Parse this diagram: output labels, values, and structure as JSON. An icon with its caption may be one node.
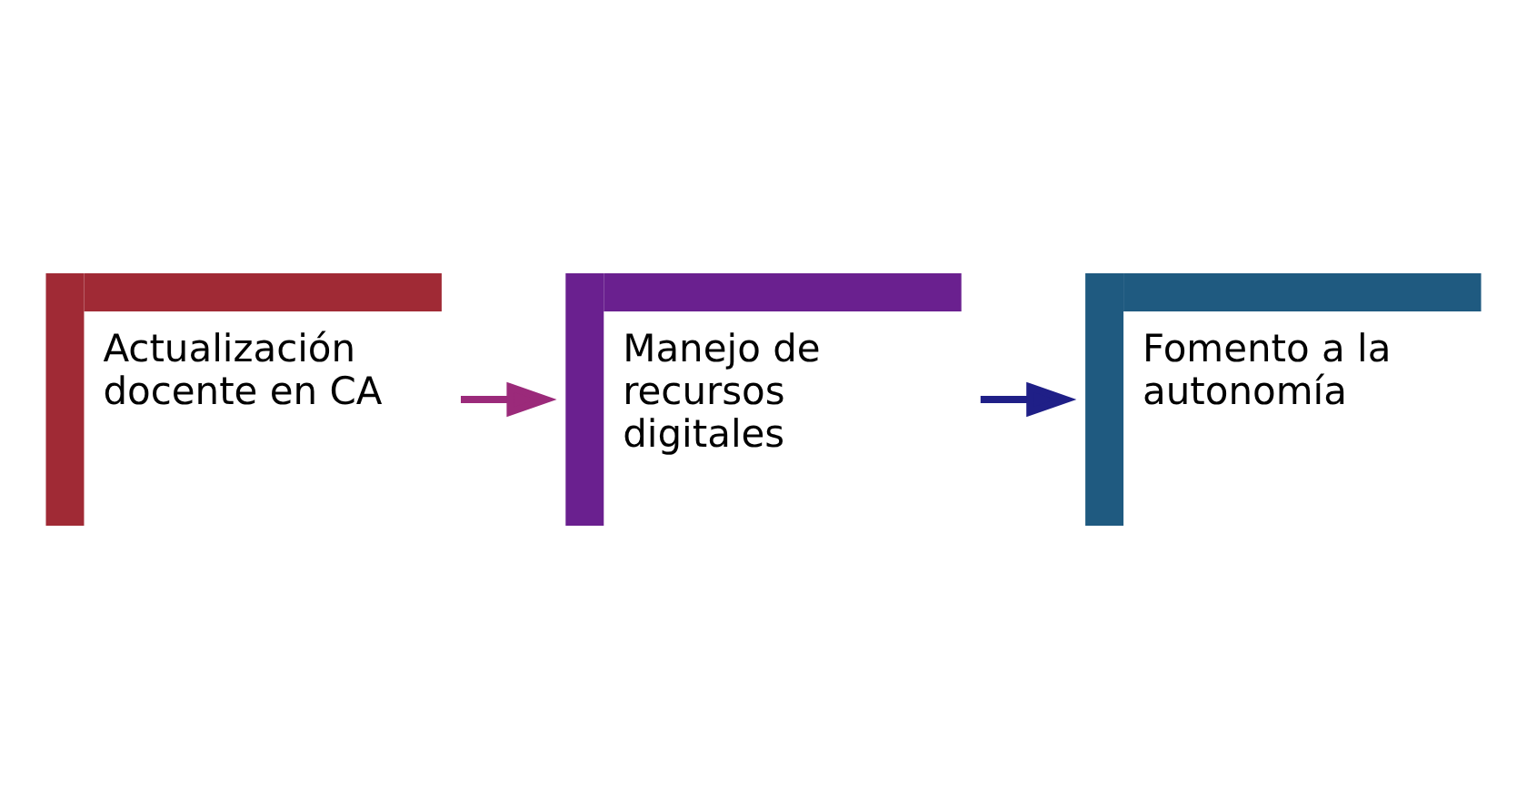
{
  "diagram": {
    "nodes": [
      {
        "text": [
          "Actualización docente en CA"
        ]
      },
      {
        "text": [
          "Manejo de recursos digitales"
        ]
      },
      {
        "text": [
          "Fomento a la autonomía"
        ]
      }
    ],
    "edges": [
      {
        "from": 0,
        "to": 1,
        "arrow": "to",
        "color": "#9b2a7a"
      },
      {
        "from": 1,
        "to": 2,
        "arrow": "to",
        "color": "#1f1f87"
      }
    ]
  }
}
